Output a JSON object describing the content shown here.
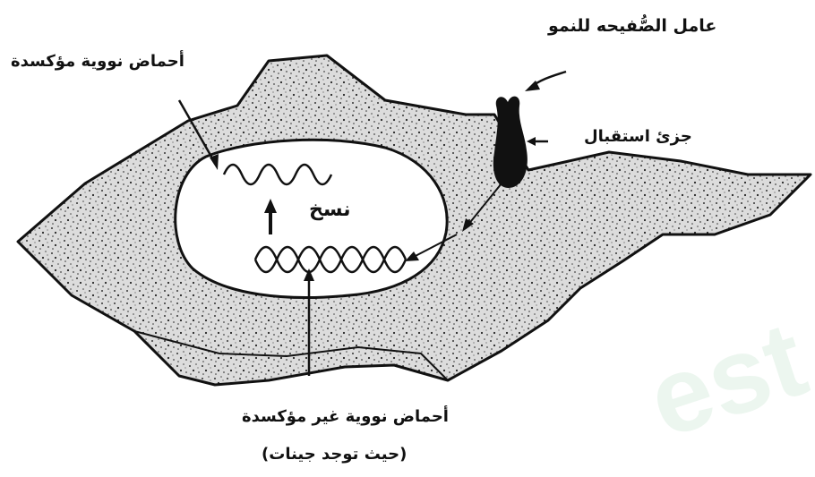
{
  "labels": {
    "growth_factor": "عامل الصُّفيحه للنمو",
    "receptor": "جزئ استقبال",
    "oxidized_nucleic_acids": "أحماض نووية مؤكسدة",
    "transcription": "نسخ",
    "unoxidized_nucleic_acids": "أحماض نووية غير مؤكسدة",
    "genes_note": "(حيث توجد جينات)"
  },
  "watermark": "est",
  "colors": {
    "ink": "#111111",
    "stipple": "#555555",
    "watermark": "#3aa655"
  }
}
